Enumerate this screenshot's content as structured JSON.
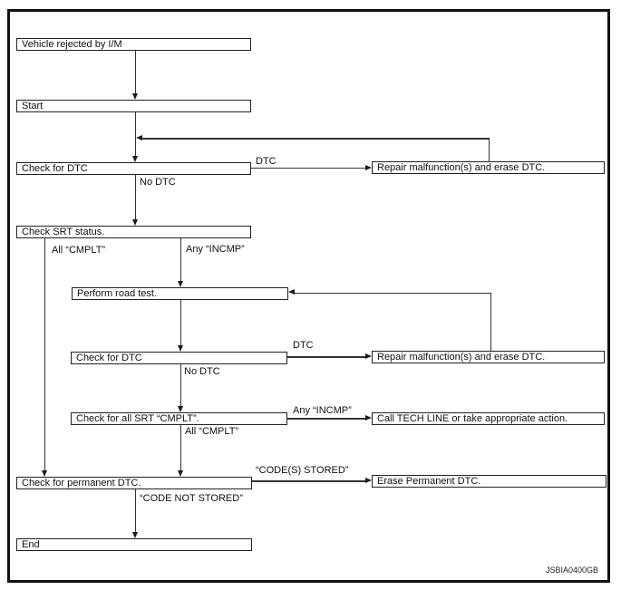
{
  "diagram": {
    "figure_id": "JSBIA0400GB",
    "nodes": {
      "vehicle_rejected": "Vehicle rejected by I/M",
      "start": "Start",
      "check_dtc_1": "Check for DTC",
      "repair_1": "Repair malfunction(s) and erase DTC.",
      "check_srt": "Check SRT status.",
      "perform_road_test": "Perform road test.",
      "check_dtc_2": "Check for DTC",
      "repair_2": "Repair malfunction(s) and erase DTC.",
      "check_all_srt": "Check for all SRT “CMPLT”.",
      "call_tech_line": "Call TECH LINE or take appropriate action.",
      "check_permanent": "Check for permanent DTC.",
      "erase_permanent": "Erase Permanent DTC.",
      "end": "End"
    },
    "edge_labels": {
      "dtc_1": "DTC",
      "no_dtc_1": "No DTC",
      "all_cmplt_srt": "All “CMPLT”",
      "any_incmp_srt": "Any “INCMP”",
      "dtc_2": "DTC",
      "no_dtc_2": "No DTC",
      "any_incmp_all_srt": "Any “INCMP”",
      "all_cmplt_all_srt": "All “CMPLT”",
      "codes_stored": "“CODE(S) STORED”",
      "code_not_stored": "“CODE NOT STORED”"
    },
    "edges": [
      {
        "from": "vehicle_rejected",
        "to": "start",
        "label": ""
      },
      {
        "from": "start",
        "to": "check_dtc_1",
        "label": ""
      },
      {
        "from": "check_dtc_1",
        "to": "repair_1",
        "label": "DTC"
      },
      {
        "from": "repair_1",
        "to": "check_dtc_1",
        "label": ""
      },
      {
        "from": "check_dtc_1",
        "to": "check_srt",
        "label": "No DTC"
      },
      {
        "from": "check_srt",
        "to": "check_permanent",
        "label": "All “CMPLT”"
      },
      {
        "from": "check_srt",
        "to": "perform_road_test",
        "label": "Any “INCMP”"
      },
      {
        "from": "perform_road_test",
        "to": "check_dtc_2",
        "label": ""
      },
      {
        "from": "check_dtc_2",
        "to": "repair_2",
        "label": "DTC"
      },
      {
        "from": "repair_2",
        "to": "perform_road_test",
        "label": ""
      },
      {
        "from": "check_dtc_2",
        "to": "check_all_srt",
        "label": "No DTC"
      },
      {
        "from": "check_all_srt",
        "to": "call_tech_line",
        "label": "Any “INCMP”"
      },
      {
        "from": "check_all_srt",
        "to": "check_permanent",
        "label": "All “CMPLT”"
      },
      {
        "from": "check_permanent",
        "to": "erase_permanent",
        "label": "“CODE(S) STORED”"
      },
      {
        "from": "check_permanent",
        "to": "end",
        "label": "“CODE NOT STORED”"
      }
    ]
  }
}
